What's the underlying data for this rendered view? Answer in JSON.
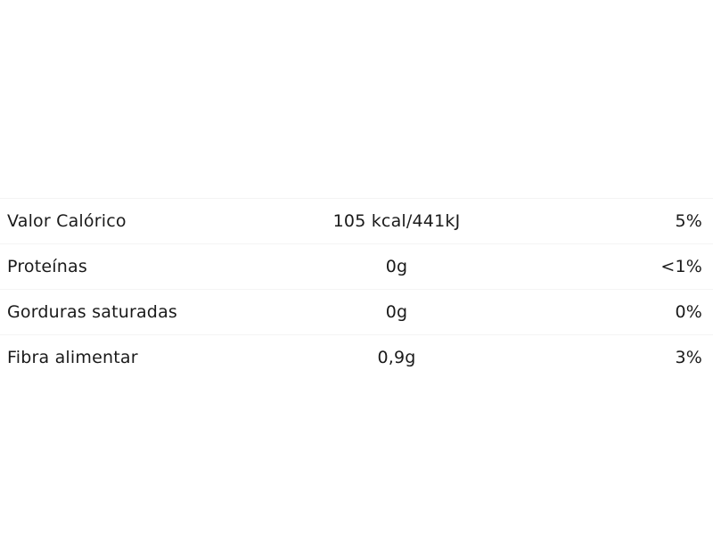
{
  "nutrition": {
    "rows": [
      {
        "name": "Valor Calórico",
        "amount": "105 kcal/441kJ",
        "dv": "5%"
      },
      {
        "name": "Proteínas",
        "amount": "0g",
        "dv": "<1%"
      },
      {
        "name": "Gorduras saturadas",
        "amount": "0g",
        "dv": "0%"
      },
      {
        "name": "Fibra alimentar",
        "amount": "0,9g",
        "dv": "3%"
      }
    ]
  }
}
